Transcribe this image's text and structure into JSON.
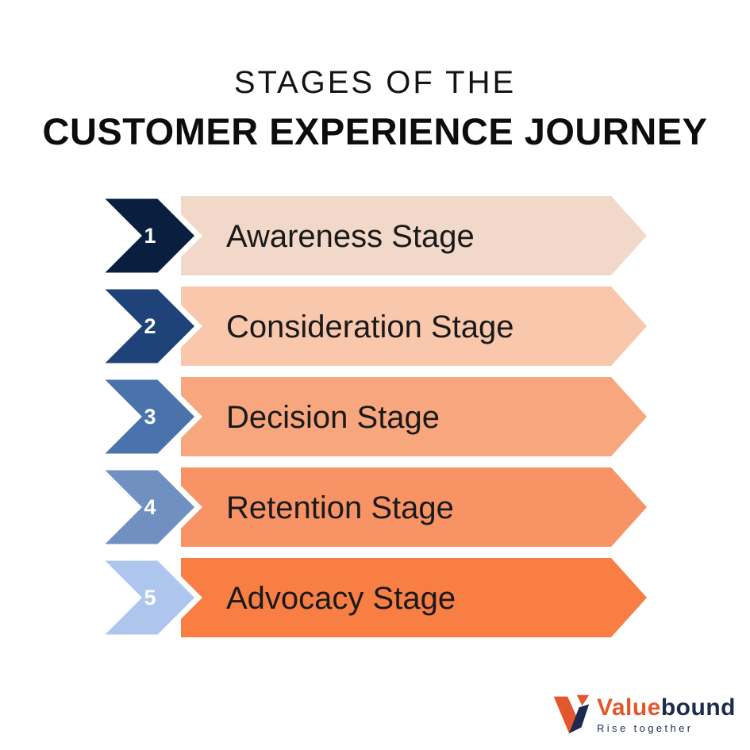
{
  "title": {
    "line1": "STAGES OF THE",
    "line2": "CUSTOMER EXPERIENCE JOURNEY"
  },
  "stages": [
    {
      "number": "1",
      "label": "Awareness Stage",
      "chevron_color": "#0a1f3e",
      "banner_color": "#f2d8c8"
    },
    {
      "number": "2",
      "label": "Consideration Stage",
      "chevron_color": "#1f4278",
      "banner_color": "#f8c7ac"
    },
    {
      "number": "3",
      "label": "Decision Stage",
      "chevron_color": "#4a73ab",
      "banner_color": "#f8a67e"
    },
    {
      "number": "4",
      "label": "Retention Stage",
      "chevron_color": "#7090c2",
      "banner_color": "#f89365"
    },
    {
      "number": "5",
      "label": "Advocacy Stage",
      "chevron_color": "#aec6ed",
      "banner_color": "#f87e44"
    }
  ],
  "logo": {
    "brand_primary": "Value",
    "brand_secondary": "bound",
    "tagline": "Rise together"
  },
  "colors": {
    "brand-orange": "#e2572b",
    "brand-navy": "#1d2b4e"
  }
}
